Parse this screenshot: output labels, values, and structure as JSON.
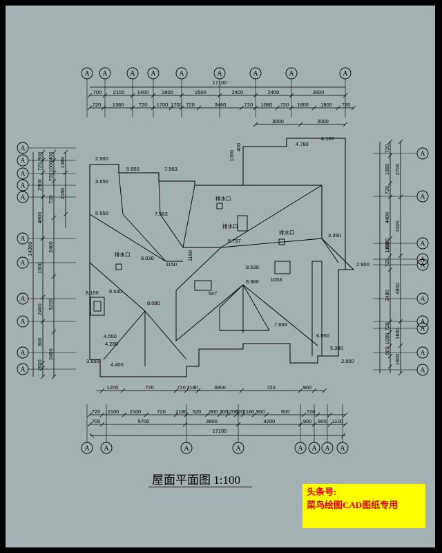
{
  "drawing": {
    "title": "屋面平面图  1:100",
    "axis_letter": "A",
    "top_dims": {
      "overall": "17100",
      "row1": [
        "700",
        "2100",
        "1400",
        "2800",
        "2500",
        "2400",
        "2400",
        "3600"
      ],
      "row2": [
        "720",
        "1380",
        "720",
        "1700",
        "1700",
        "720",
        "3460",
        "720",
        "1680",
        "720",
        "1800",
        "1800",
        "720"
      ],
      "row3": [
        "3000",
        "3000"
      ]
    },
    "bottom_dims": {
      "row1": [
        "1200",
        "720",
        "720",
        "3180",
        "3900",
        "720",
        "900"
      ],
      "row2": [
        "720",
        "2100",
        "2100",
        "720",
        "2180",
        "520",
        "900",
        "300",
        "1200",
        "520",
        "2180",
        "900",
        "900",
        "720"
      ],
      "row3": [
        "700",
        "5700",
        "3600",
        "4200",
        "900",
        "900",
        "1100"
      ],
      "overall": "17100"
    },
    "left_dims": {
      "overall": "14300",
      "row1": [
        "900",
        "720",
        "2900",
        "4800",
        "1500",
        "2400",
        "300",
        "2600"
      ],
      "row2": [
        "400",
        "1000",
        "720",
        "720",
        "2400",
        "5220",
        "2400"
      ],
      "row3": [
        "1380",
        "2180"
      ]
    },
    "right_dims": {
      "overall": "14300",
      "row1": [
        "720",
        "1980",
        "720",
        "4400",
        "1100",
        "720",
        "3480",
        "720",
        "1080",
        "600"
      ],
      "row2": [
        "2700",
        "3300",
        "4800",
        "1860",
        "1800"
      ]
    },
    "elevations": [
      "2.900",
      "5.950",
      "7.563",
      "3.650",
      "5.950",
      "7.563",
      "8.797",
      "8.030",
      "8.530",
      "8.980",
      "3.350",
      "2.900",
      "8.150",
      "8.530",
      "8.080",
      "4.550",
      "4.280",
      "4.400",
      "3.650",
      "6.550",
      "5.380",
      "2.900",
      "7.833",
      "4.780",
      "4.160"
    ],
    "inner_dims": [
      "1150",
      "1150",
      "1053",
      "547",
      "1000",
      "400"
    ],
    "small_labels": [
      "排水口",
      "排水口",
      "排水口",
      "排水口"
    ]
  },
  "watermark": {
    "line1": "头条号:",
    "line2": "菜鸟绘图CAD图纸专用"
  }
}
